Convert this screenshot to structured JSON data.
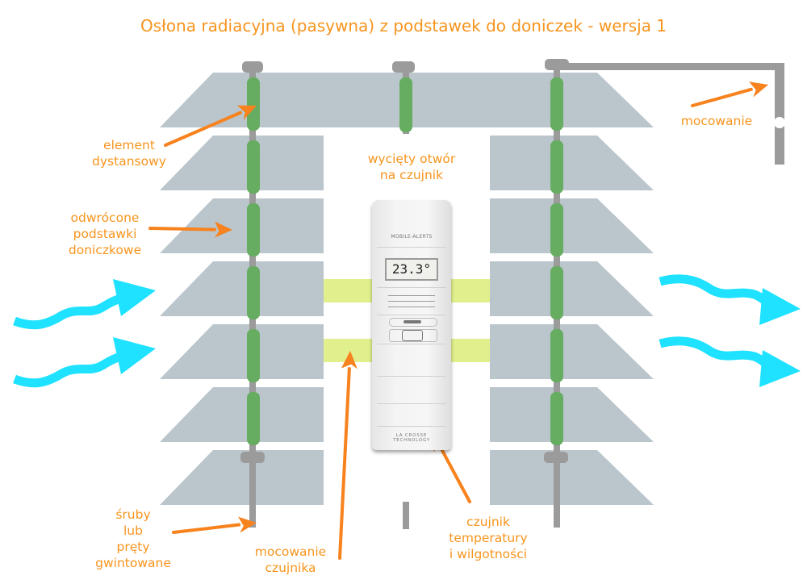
{
  "title": "Osłona radiacyjna (pasywna) z podstawek do doniczek - wersja 1",
  "colors": {
    "label": "#f7941d",
    "arrow": "#f7821e",
    "plate": "#bac5cc",
    "spacer": "#66ad61",
    "rod": "#9b9b9b",
    "mount_pad": "#e1ef8c",
    "airflow": "#1ee2ff"
  },
  "labels": {
    "spacer": [
      "element",
      "dystansowy"
    ],
    "saucers": [
      "odwrócone",
      "podstawki",
      "doniczkowe"
    ],
    "cutout": [
      "wycięty otwór",
      "na czujnik"
    ],
    "mount": "mocowanie",
    "screws": [
      "śruby",
      "lub",
      "pręty",
      "gwintowane"
    ],
    "sensor_mount": [
      "mocowanie",
      "czujnika"
    ],
    "sensor": [
      "czujnik",
      "temperatury",
      "i wilgotności"
    ]
  },
  "sensor": {
    "brand_top": "MOBILE-ALERTS",
    "display": "23.3°",
    "brand_bottom_1": "LA CROSSE",
    "brand_bottom_2": "TECHNOLOGY"
  },
  "diagram": {
    "plate_count": 7,
    "airflow_in_count": 2,
    "airflow_out_count": 2
  }
}
